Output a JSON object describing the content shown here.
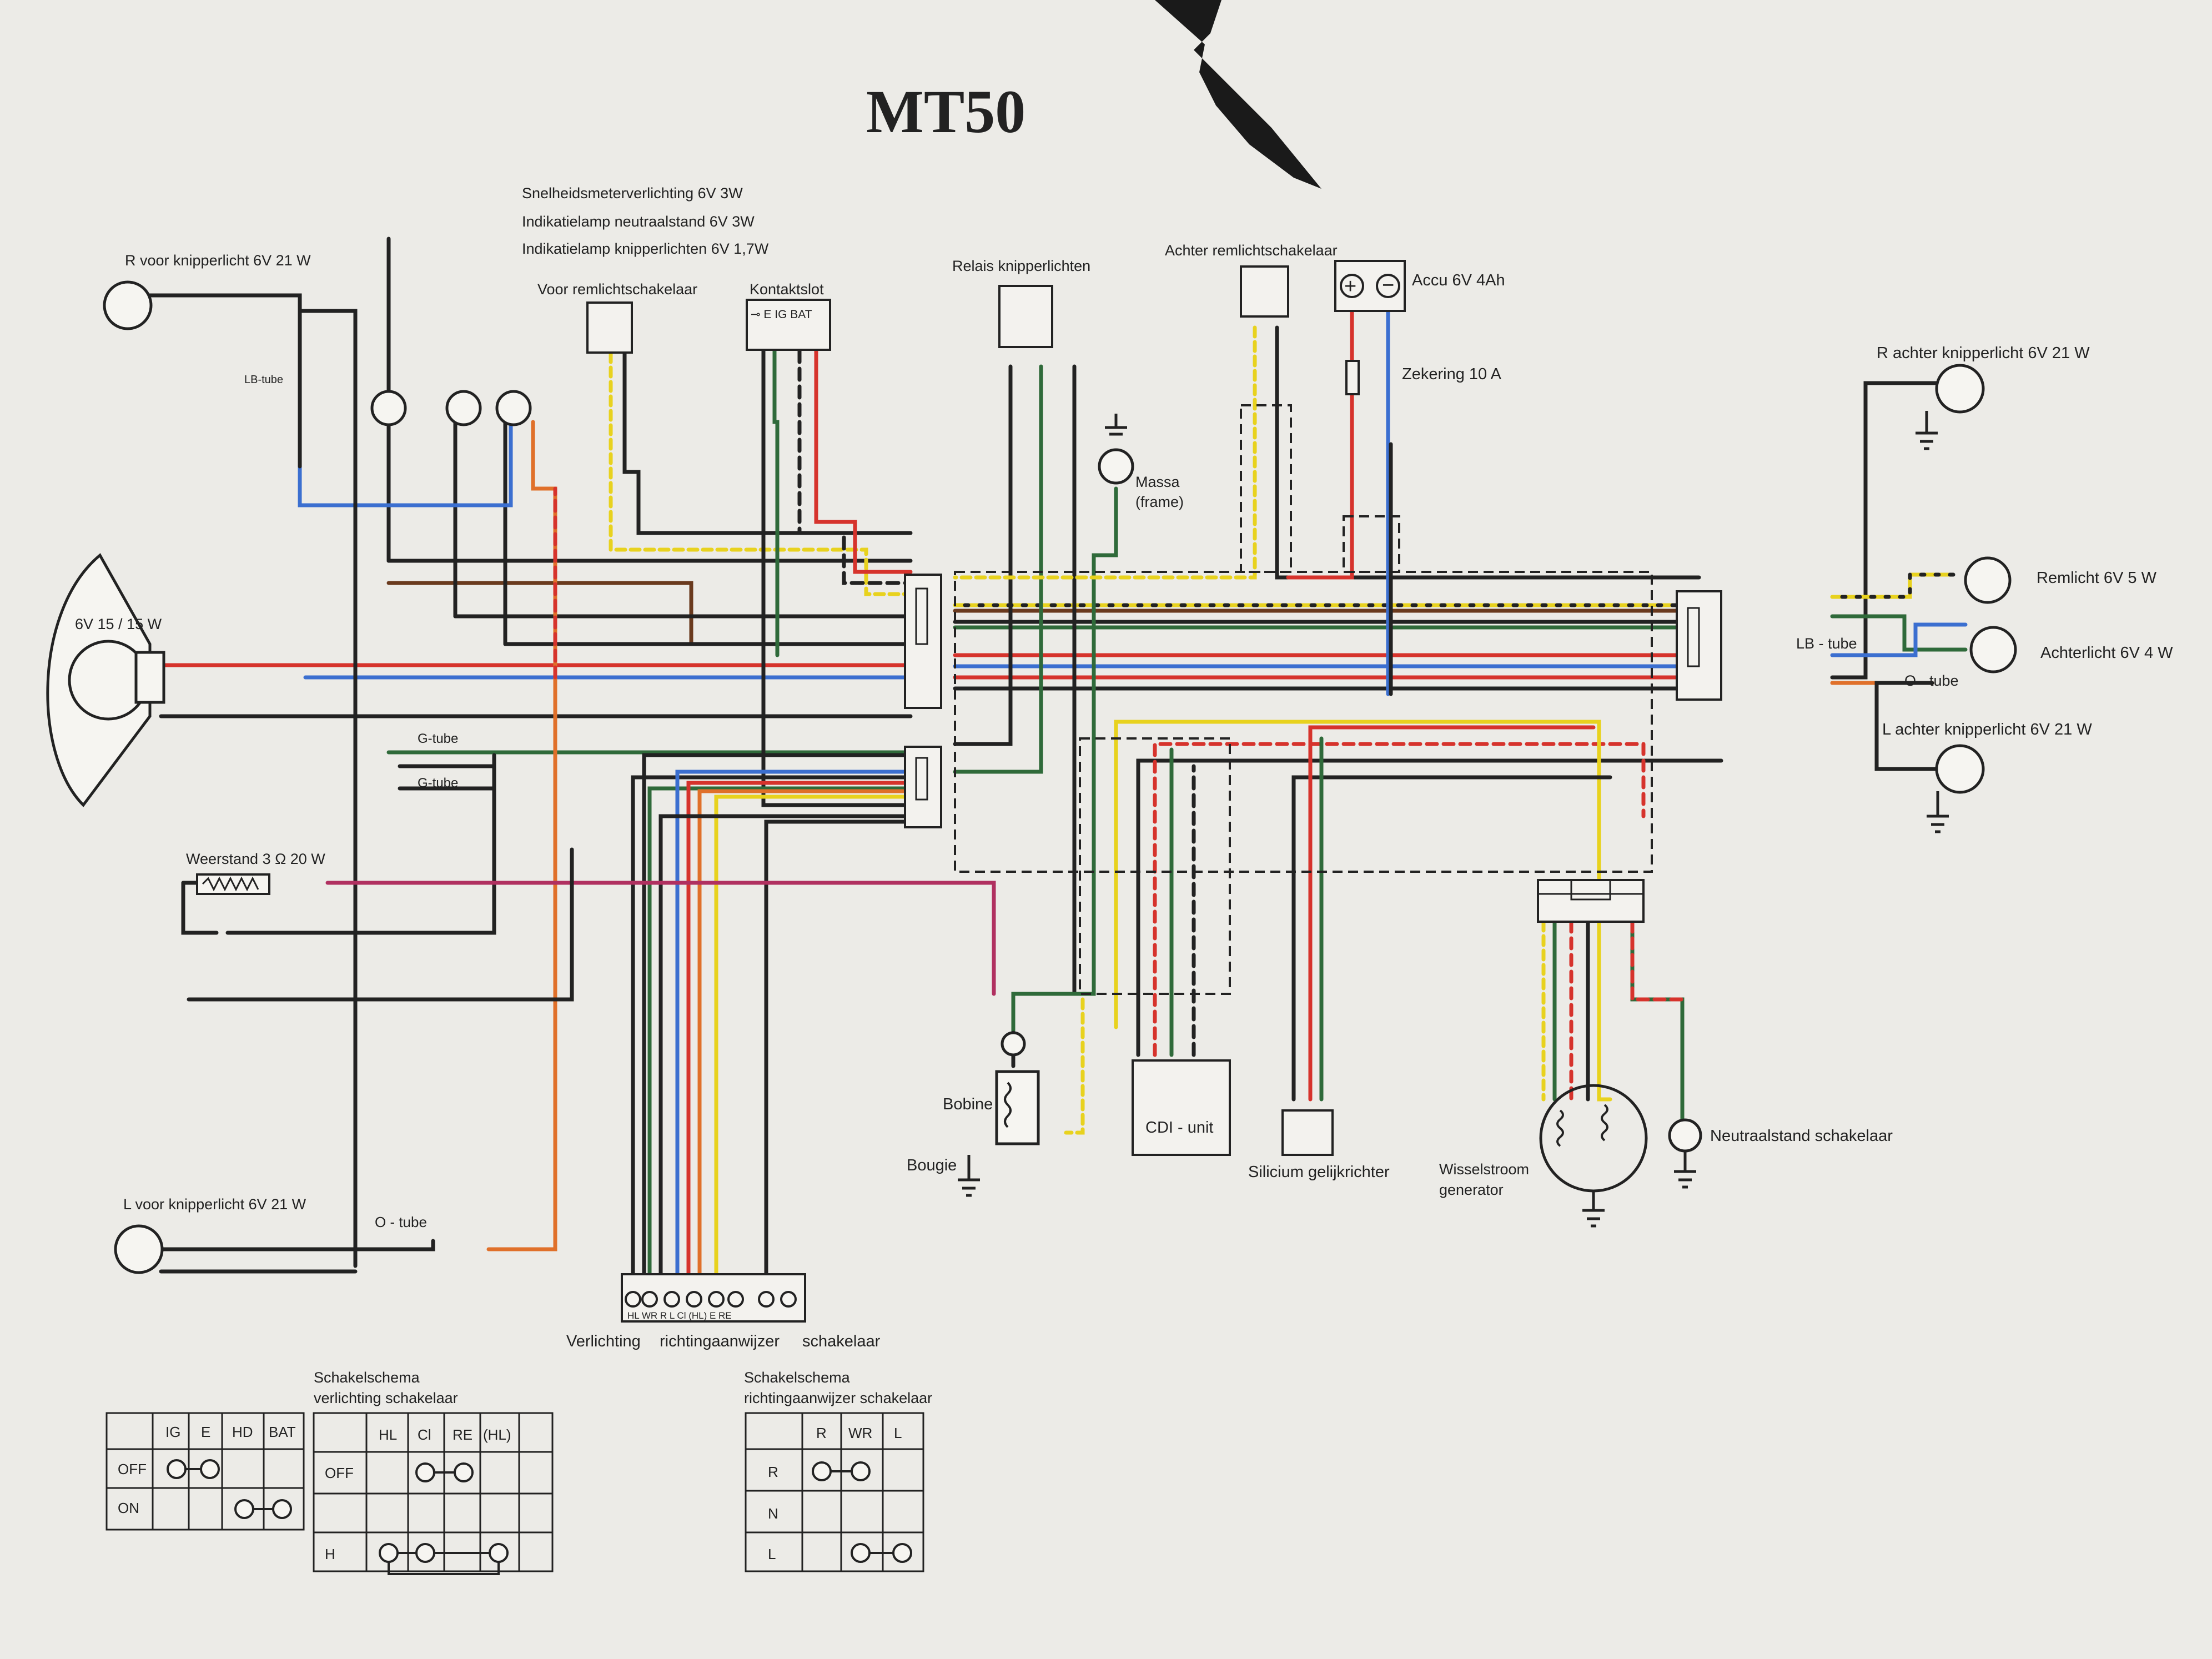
{
  "title": "MT50",
  "labels": {
    "r_voor": "R voor knipperlicht 6V 21 W",
    "lb_tube_left": "LB-tube",
    "snelheid": "Snelheidsmeterverlichting 6V 3W",
    "neutraal_lamp": "Indikatielamp neutraalstand 6V 3W",
    "knipper_lamp": "Indikatielamp knipperlichten 6V 1,7W",
    "voor_rem": "Voor remlichtschakelaar",
    "kontaktslot": "Kontaktslot",
    "kontakt_pins": "⊸ E IG BAT",
    "relais": "Relais knipperlichten",
    "achter_rem": "Achter remlichtschakelaar",
    "accu": "Accu 6V 4Ah",
    "zekering": "Zekering 10 A",
    "massa1": "Massa",
    "massa2": "(frame)",
    "r_achter": "R achter knipperlicht 6V 21 W",
    "remlicht": "Remlicht 6V 5 W",
    "lb_tube_right": "LB - tube",
    "achterlicht": "Achterlicht 6V 4 W",
    "o_tube_right": "O - tube",
    "l_achter": "L achter knipperlicht 6V 21 W",
    "headlight": "6V 15 / 15 W",
    "g_tube_1": "G-tube",
    "g_tube_2": "G-tube",
    "weerstand": "Weerstand 3 Ω 20 W",
    "l_voor": "L voor knipperlicht 6V 21 W",
    "o_tube_left": "O - tube",
    "bobine": "Bobine",
    "bougie": "Bougie",
    "cdi": "CDI - unit",
    "silicium": "Silicium gelijkrichter",
    "wissel1": "Wisselstroom",
    "wissel2": "generator",
    "neutraal_schakelaar": "Neutraalstand schakelaar",
    "sw_pins": "HL WR R  L  Cl (HL)  E  RE",
    "verlichting": "Verlichting",
    "richting": "richtingaanwijzer",
    "schakelaar": "schakelaar"
  },
  "table_kontakt": {
    "headers": [
      "",
      "IG",
      "E",
      "HD",
      "BAT"
    ],
    "rows": [
      "OFF",
      "ON"
    ]
  },
  "table_verlichting": {
    "title1": "Schakelschema",
    "title2": "verlichting schakelaar",
    "headers": [
      "",
      "HL",
      "Cl",
      "RE",
      "(HL)"
    ],
    "rows": [
      "OFF",
      "",
      "H"
    ]
  },
  "table_richting": {
    "title1": "Schakelschema",
    "title2": "richtingaanwijzer schakelaar",
    "headers": [
      "",
      "R",
      "WR",
      "L"
    ],
    "rows": [
      "R",
      "N",
      "L"
    ]
  },
  "colors": {
    "paper": "#ecebe7",
    "black": "#222222",
    "red": "#d6332c",
    "blue": "#3b6fd0",
    "green": "#2f6a3a",
    "yellow": "#e8d21e",
    "orange": "#e0702a",
    "brown": "#6a3a1e",
    "magenta": "#b03060"
  }
}
